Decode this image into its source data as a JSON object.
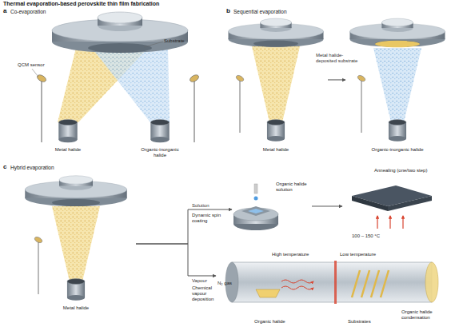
{
  "diagram": {
    "title": "Thermal evaporation-based perovskite thin film fabrication",
    "nodes": [
      {
        "text": [
          "QCM sensor",
          "Substrate",
          "Metal halide",
          "Organic-inorganic halide"
        ]
      },
      {
        "text": [
          "Metal halide"
        ]
      },
      {
        "text": [
          "Organic-inorganic halide"
        ]
      },
      {
        "text": [
          "Metal halide"
        ]
      },
      {
        "text": [
          "Organic halide solution"
        ]
      },
      {
        "text": [
          "Annealing (one/two step)",
          "100 – 150 °C"
        ]
      },
      {
        "text": [
          "High temperature",
          "Low temperature",
          "N₂ gas",
          "Organic halide",
          "Substrates",
          "Organic halide condensation"
        ]
      }
    ],
    "edges": [
      {
        "from": 1,
        "to": 2,
        "arrow": "to",
        "label": "Metal halide-deposited substrate"
      },
      {
        "from": 3,
        "to": 4,
        "arrow": "to",
        "label": "Solution"
      },
      {
        "from": 3,
        "to": 6,
        "arrow": "to",
        "label": "Vapour"
      },
      {
        "from": 4,
        "to": 5,
        "arrow": "to"
      }
    ],
    "labels": [
      "a",
      "Co-evaporation",
      "b",
      "Sequential evaporation",
      "c",
      "Hybrid evaporation",
      "Dynamic spin coating",
      "Chemical vapour deposition"
    ]
  }
}
